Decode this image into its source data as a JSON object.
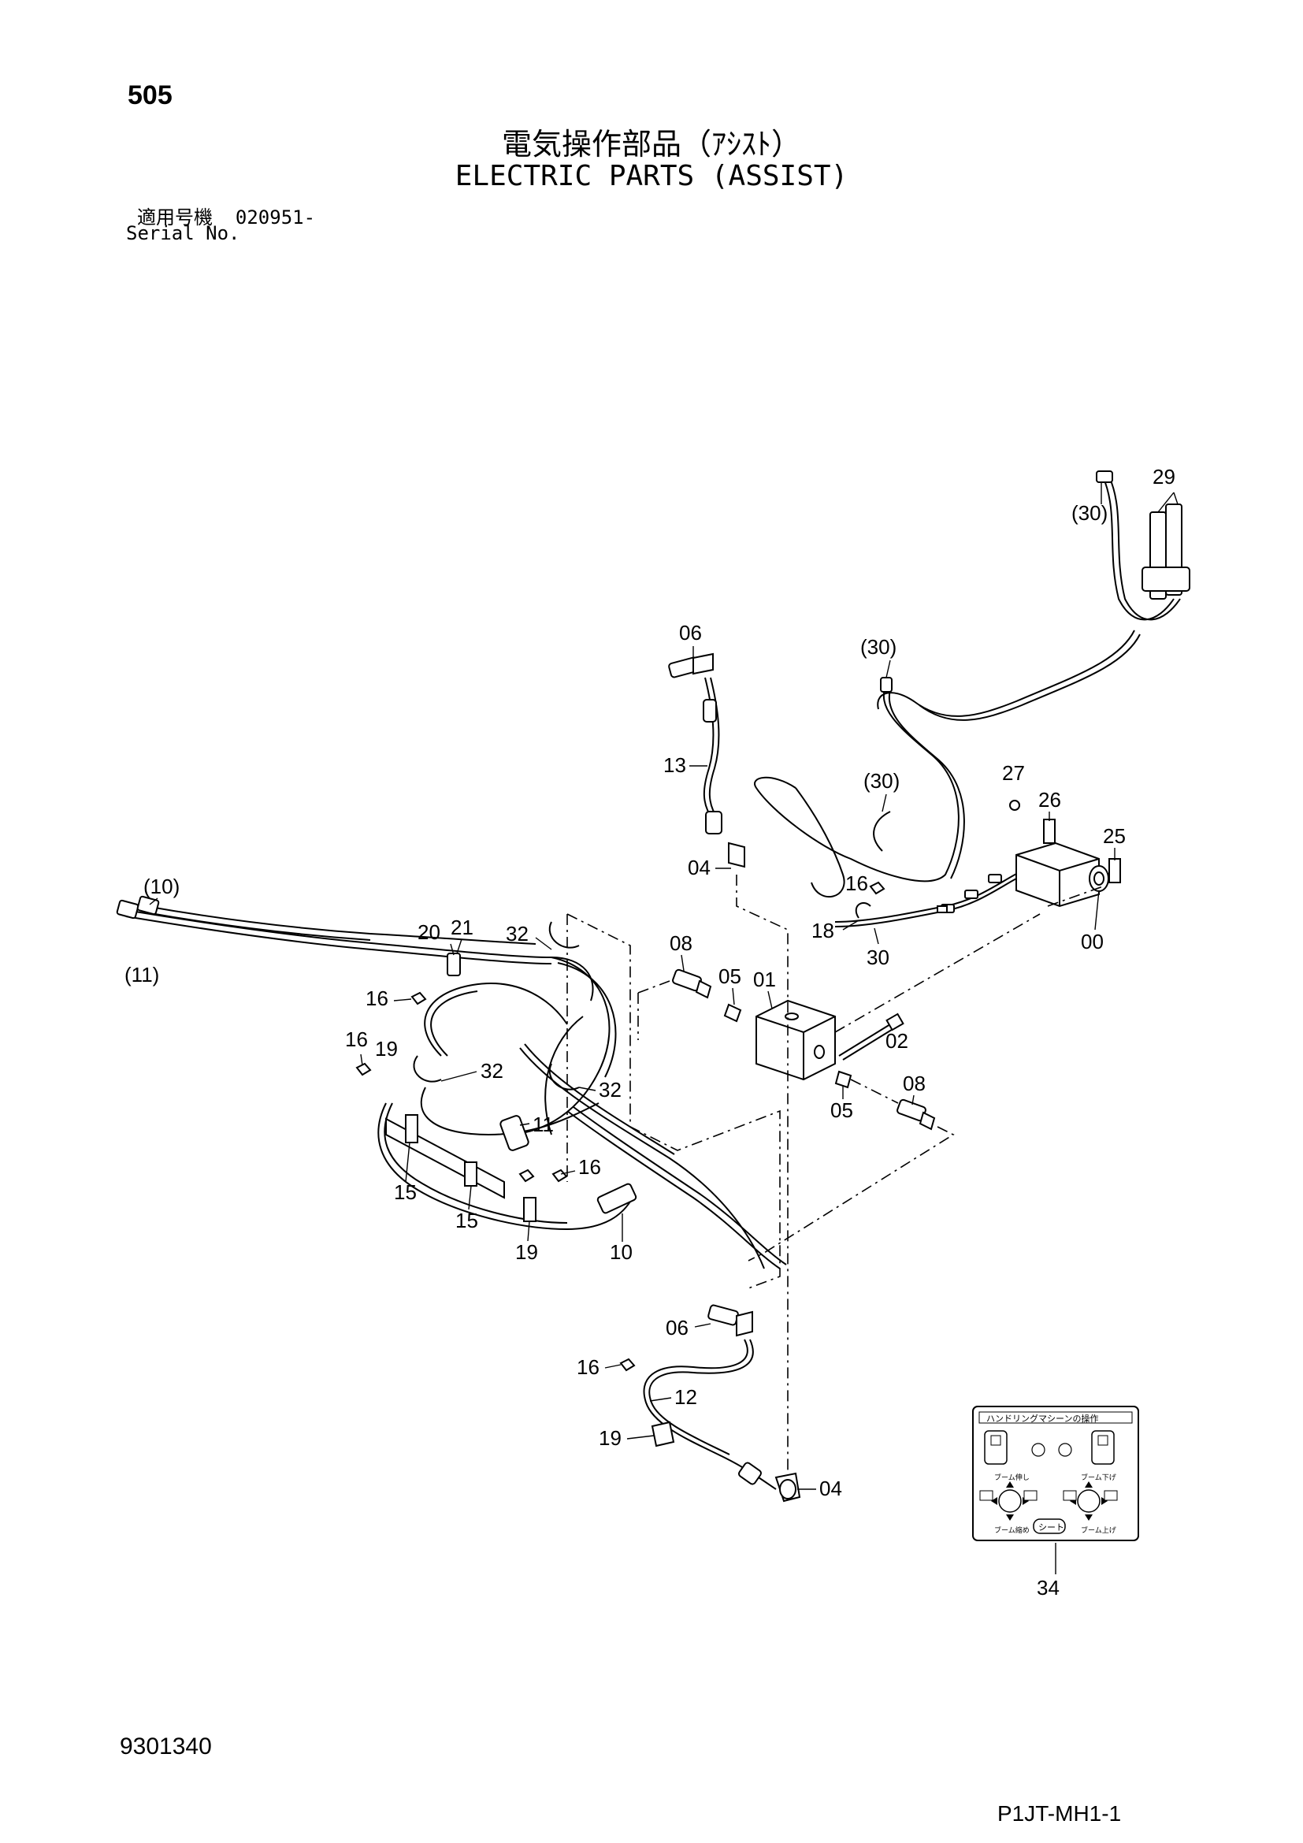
{
  "header": {
    "page_number": "505",
    "title_jp": "電気操作部品（ｱｼｽﾄ）",
    "title_en": "ELECTRIC PARTS (ASSIST)",
    "serial_label_jp": "適用号機",
    "serial_value": "020951-",
    "serial_label_en": "Serial No."
  },
  "callouts": {
    "c29": "29",
    "c30a": "(30)",
    "c30b": "(30)",
    "c30c": "(30)",
    "c06a": "06",
    "c13": "13",
    "c04a": "04",
    "c27": "27",
    "c26": "26",
    "c25": "25",
    "c16a": "16",
    "c18": "18",
    "c30d": "30",
    "c00": "00",
    "c10a": "(10)",
    "c11a": "(11)",
    "c20": "20",
    "c21": "21",
    "c32a": "32",
    "c08a": "08",
    "c05a": "05",
    "c01": "01",
    "c16b": "16",
    "c16c": "16",
    "c19a": "19",
    "c32b": "32",
    "c32c": "32",
    "c11": "11",
    "c02": "02",
    "c08b": "08",
    "c05b": "05",
    "c16d": "16",
    "c15a": "15",
    "c15b": "15",
    "c19b": "19",
    "c10": "10",
    "c06b": "06",
    "c16e": "16",
    "c12": "12",
    "c19c": "19",
    "c04b": "04",
    "c34": "34"
  },
  "label_plate": {
    "title": "ハンドリングマシーンの操作",
    "seat": "シート",
    "boom_up": "ブーム上げ",
    "boom_down": "ブーム下げ",
    "boom_out": "ブーム伸し",
    "boom_in": "ブーム縮め"
  },
  "footer": {
    "doc_number": "9301340",
    "ref_code": "P1JT-MH1-1"
  }
}
